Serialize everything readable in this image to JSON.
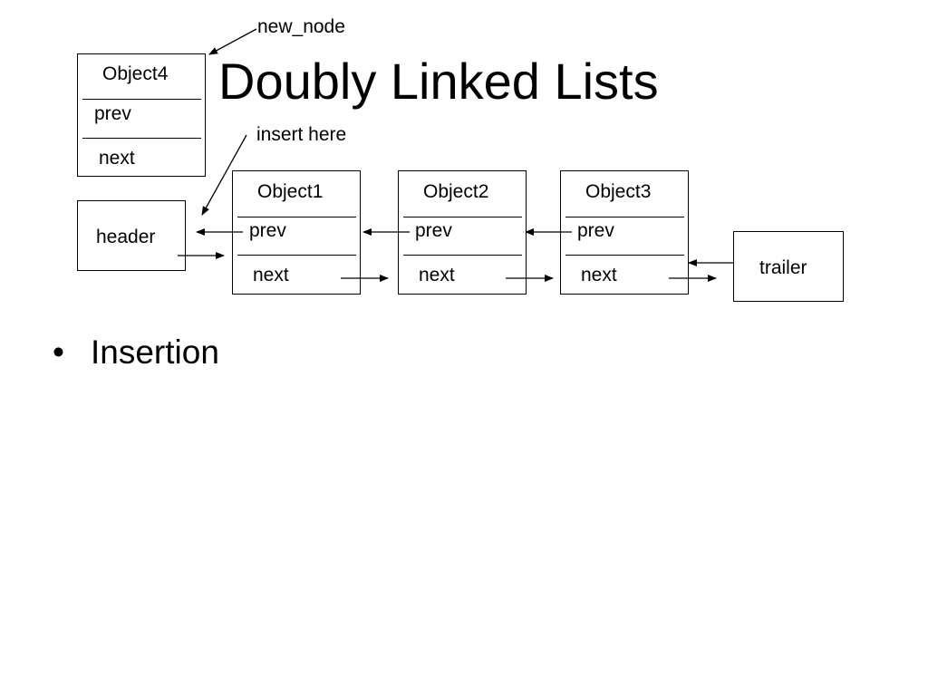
{
  "slide": {
    "title": "Doubly Linked Lists",
    "bullets": [
      {
        "marker": "•",
        "text": "Insertion"
      }
    ]
  },
  "diagram": {
    "callouts": {
      "new_node": "new_node",
      "insert_here": "insert here"
    },
    "header": {
      "label": "header"
    },
    "trailer": {
      "label": "trailer"
    },
    "nodes": [
      {
        "name": "Object4",
        "prev": "prev",
        "next": "next"
      },
      {
        "name": "Object1",
        "prev": "prev",
        "next": "next"
      },
      {
        "name": "Object2",
        "prev": "prev",
        "next": "next"
      },
      {
        "name": "Object3",
        "prev": "prev",
        "next": "next"
      }
    ]
  }
}
